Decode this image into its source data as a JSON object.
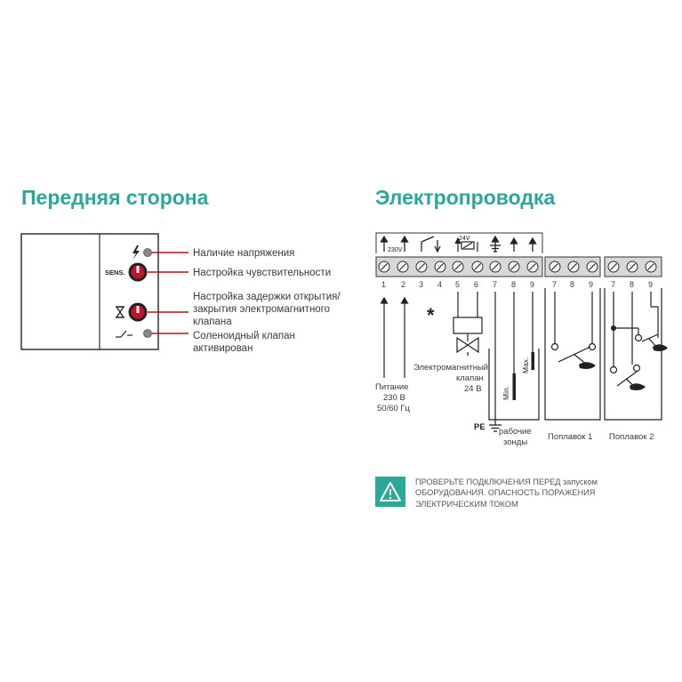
{
  "front": {
    "title": "Передняя сторона",
    "sens_label": "SENS.",
    "labels": [
      "Наличие напряжения",
      "Настройка чувствительности",
      "Настройка задержки открытия/",
      "закрытия электромагнитного",
      "клапана",
      "Соленоидный клапан",
      "активирован"
    ]
  },
  "wiring": {
    "title": "Электропроводка",
    "supply_symbol": "230V",
    "valve_symbol": "24V",
    "terminals_main": [
      "1",
      "2",
      "3",
      "4",
      "5",
      "6",
      "7",
      "8",
      "9"
    ],
    "terminals_float1": [
      "7",
      "8",
      "9"
    ],
    "terminals_float2": [
      "7",
      "8",
      "9"
    ],
    "asterisk": "*",
    "power_label": [
      "Питание",
      "230 В",
      "50/60 Гц"
    ],
    "valve_label": [
      "Электромагнитный",
      "клапан",
      "24 В"
    ],
    "probe_min": "Min.",
    "probe_max": "Max.",
    "pe_label": "PE",
    "zones_label": [
      "рабочие",
      "зонды"
    ],
    "float1_label": "Поплавок 1",
    "float2_label": "Поплавок 2"
  },
  "warning": {
    "icon": "warning-triangle-icon",
    "lines": [
      "ПРОВЕРЬТЕ ПОДКЛЮЧЕНИЯ ПЕРЕД запуском",
      "ОБОРУДОВАНИЯ. ОПАСНОСТЬ ПОРАЖЕНИЯ",
      "ЭЛЕКТРИЧЕСКИМ ТОКОМ"
    ]
  },
  "colors": {
    "accent": "#2aa89a",
    "knob_red": "#c8102e",
    "pointer_red": "#b5121b",
    "line_dark": "#333333"
  }
}
